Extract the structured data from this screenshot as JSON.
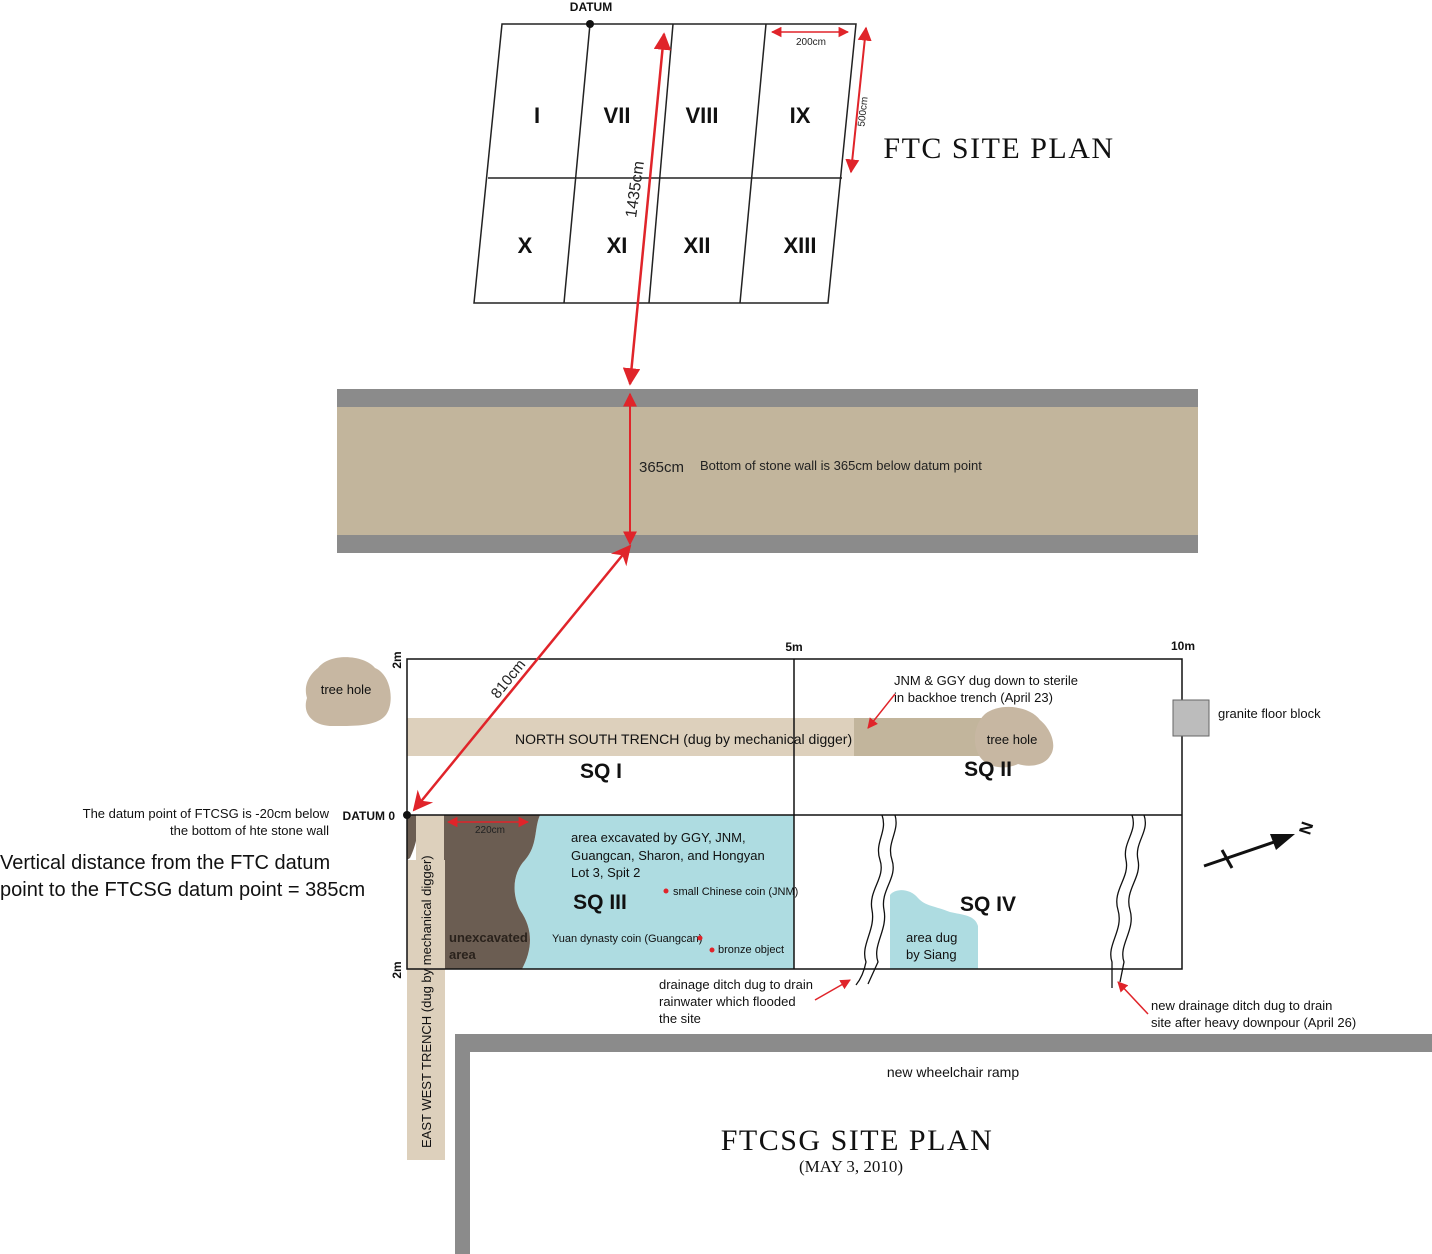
{
  "ftc_plan": {
    "title": "FTC SITE PLAN",
    "datum_label": "DATUM",
    "squares": [
      "I",
      "VII",
      "VIII",
      "IX",
      "X",
      "XI",
      "XII",
      "XIII"
    ],
    "width_dim": "200cm",
    "height_dim": "500cm",
    "diagonal_dim": "1435cm"
  },
  "stone_wall": {
    "dim": "365cm",
    "note": "Bottom of stone wall is 365cm below datum point"
  },
  "ftcsg_plan": {
    "title": "FTCSG SITE PLAN",
    "date": "(MAY 3, 2010)",
    "datum_label": "DATUM 0",
    "diagonal_dim": "810cm",
    "scale_5m": "5m",
    "scale_10m": "10m",
    "side_top": "2m",
    "side_bottom": "2m",
    "squares": [
      "SQ I",
      "SQ II",
      "SQ III",
      "SQ IV"
    ],
    "ns_trench": "NORTH SOUTH TRENCH (dug by mechanical digger)",
    "ew_trench": "EAST WEST TRENCH (dug by mechanical digger)",
    "tree_hole_1": "tree hole",
    "tree_hole_2": "tree hole",
    "jnm_note_1": "JNM & GGY dug down to sterile",
    "jnm_note_2": "in backhoe trench (April 23)",
    "granite": "granite floor block",
    "unexcavated_1": "unexcavated",
    "unexcavated_2": "area",
    "dim_220": "220cm",
    "excavated_1": "area excavated by GGY, JNM,",
    "excavated_2": "Guangcan, Sharon, and Hongyan",
    "excavated_3": "Lot 3, Spit 2",
    "coin_small": "small Chinese coin (JNM)",
    "coin_yuan": "Yuan dynasty coin (Guangcan)",
    "bronze": "bronze object",
    "siang_1": "area dug",
    "siang_2": "by Siang",
    "ditch_1": "drainage ditch dug to drain",
    "ditch_2": "rainwater which flooded",
    "ditch_3": "the site",
    "new_ditch_1": "new drainage ditch dug to drain",
    "new_ditch_2": "site after heavy downpour (April 26)",
    "ramp": "new wheelchair ramp",
    "north": "N",
    "datum_note_1": "The datum point of FTCSG is -20cm below",
    "datum_note_2": "the bottom of hte stone wall",
    "vertical_1": "Vertical distance from the FTC datum",
    "vertical_2": "point to the FTCSG datum point = 385cm"
  },
  "colors": {
    "red": "#e0242a",
    "tan": "#c2b59c",
    "light_tan": "#ddd0bc",
    "dark_brown": "#6b5d52",
    "blue": "#aedce1",
    "gray": "#8b8b8b",
    "tree": "#c7b7a2"
  }
}
